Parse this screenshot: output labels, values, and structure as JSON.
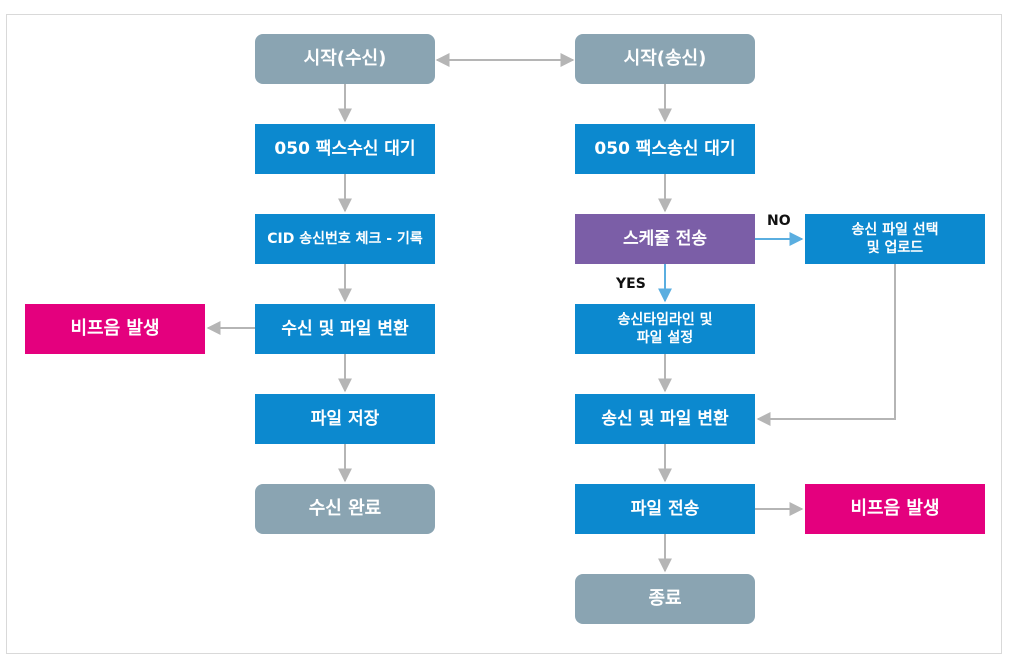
{
  "diagram": {
    "recv": {
      "start": "시작(수신)",
      "wait": "050 팩스수신 대기",
      "cid": "CID 송신번호 체크 - 기록",
      "convert": "수신 및 파일 변환",
      "beep": "비프음 발생",
      "save": "파일 저장",
      "done": "수신 완료"
    },
    "send": {
      "start": "시작(송신)",
      "wait": "050 팩스송신 대기",
      "schedule": "스케쥴 전송",
      "select_upload": "송신 파일 선택\n및 업로드",
      "timeline": "송신타임라인 및\n파일 설정",
      "convert": "송신 및 파일 변환",
      "transmit": "파일 전송",
      "beep": "비프음 발생",
      "end": "종료"
    },
    "labels": {
      "no": "NO",
      "yes": "YES"
    },
    "colors": {
      "terminal": "#8aa4b2",
      "process": "#0c89cf",
      "decision": "#7b5ea7",
      "alert": "#e4007e",
      "connector": "#b5b5b5",
      "branch_connector": "#5aaee0"
    }
  }
}
